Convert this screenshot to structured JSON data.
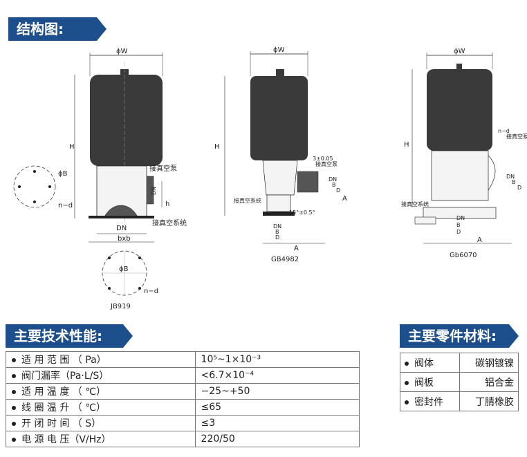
{
  "headers": {
    "structure": "结构图:",
    "tech": "主要技术性能:",
    "materials": "主要零件材料:"
  },
  "diagram_labels": {
    "phi_w": "ϕW",
    "h": "H",
    "phi_b": "ϕB",
    "n_d": "n−d",
    "dn": "DN",
    "h_small": "h",
    "pump_port": "接真空泵",
    "system_port": "接真空系统",
    "bxb": "bxb",
    "jb919": "JB919",
    "gb4982": "GB4982",
    "gb6070": "Gb6070",
    "tolerance": "3±0.05",
    "a": "A",
    "b": "B",
    "d": "D",
    "angle": "15°±0.5°"
  },
  "specs": [
    {
      "key": "适 用 范 围 （ Pa）",
      "value": "10⁵~1×10⁻³"
    },
    {
      "key": "阀门漏率（Pa·L/S）",
      "value": "<6.7×10⁻⁴"
    },
    {
      "key": "适 用 温 度 （ ℃）",
      "value": "−25~+50"
    },
    {
      "key": "线 圈 温 升 （ ℃）",
      "value": "≤65"
    },
    {
      "key": "开 闭 时 间 （ S）",
      "value": "≤3"
    },
    {
      "key": "电 源 电 压（V/Hz）",
      "value": "220/50"
    }
  ],
  "materials": [
    {
      "part": "阀体",
      "material": "碳钢镀镍"
    },
    {
      "part": "阀板",
      "material": "铝合金"
    },
    {
      "part": "密封件",
      "material": "丁腈橡胶"
    }
  ],
  "colors": {
    "banner": "#1d4f8c",
    "body_dark": "#3a3a3a",
    "line": "#222222"
  }
}
